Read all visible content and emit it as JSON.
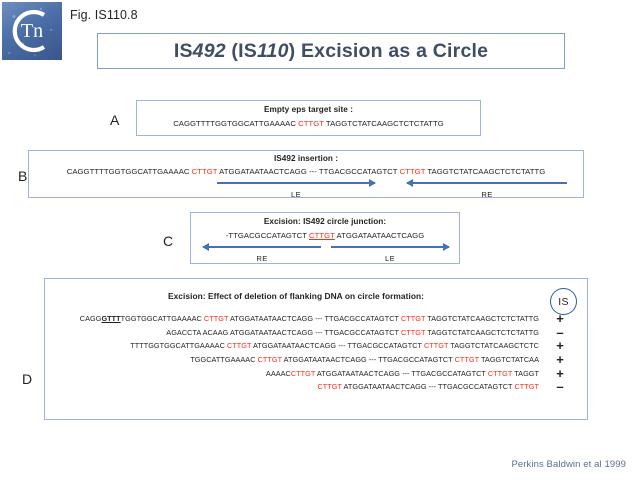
{
  "header": {
    "fig_label": "Fig. IS110.8",
    "title_parts": [
      {
        "t": "IS",
        "italic": false
      },
      {
        "t": "492",
        "italic": true
      },
      {
        "t": " (IS",
        "italic": false
      },
      {
        "t": "110",
        "italic": true
      },
      {
        "t": ") Excision as a Circle",
        "italic": false
      }
    ],
    "logo_name": "ctn-logo",
    "logo_text": "Tn",
    "logo_ring_letter": "C"
  },
  "colors": {
    "border_blue": "#9db4dc",
    "title_blue": "#7f9fd0",
    "title_text": "#3f4e63",
    "arrow_blue": "#4472b8",
    "sequence_red": "#ff2a18",
    "footer_blue": "#5b6f93"
  },
  "panels": {
    "A": {
      "letter": "A",
      "heading": "Empty eps target site :",
      "sequence": [
        {
          "t": "CAGGTTTTGGTGGCATTGAAAAC ",
          "style": "plain"
        },
        {
          "t": "CTTGT",
          "style": "red"
        },
        {
          "t": " TAGGTCTATCAAGCTCTCTATTG",
          "style": "plain"
        }
      ]
    },
    "B": {
      "letter": "B",
      "heading_parts": [
        {
          "t": "IS",
          "italic": false
        },
        {
          "t": "492",
          "italic": true
        },
        {
          "t": " insertion :",
          "italic": false
        }
      ],
      "sequence": [
        {
          "t": "CAGGTTTTGGTGGCATTGAAAAC ",
          "style": "plain"
        },
        {
          "t": "CTTGT",
          "style": "red"
        },
        {
          "t": " ATGGATAATAACTCAGG --- TTGACGCCATAGTCT ",
          "style": "plain"
        },
        {
          "t": "CTTGT",
          "style": "red"
        },
        {
          "t": " TAGGTCTATCAAGCTCTCTATTG",
          "style": "plain"
        }
      ],
      "arrows": [
        {
          "label": "LE",
          "direction": "right"
        },
        {
          "label": "RE",
          "direction": "left"
        }
      ]
    },
    "C": {
      "letter": "C",
      "heading_parts": [
        {
          "t": "Excision: IS",
          "italic": false
        },
        {
          "t": "492",
          "italic": true
        },
        {
          "t": " circle junction:",
          "italic": false
        }
      ],
      "sequence": [
        {
          "t": "-TTGACGCCATAGTCT ",
          "style": "plain"
        },
        {
          "t": "CTTGT",
          "style": "red-underline"
        },
        {
          "t": " ATGGATAATAACTCAGG",
          "style": "plain"
        }
      ],
      "arrows": [
        {
          "label": "RE",
          "direction": "left"
        },
        {
          "label": "LE",
          "direction": "right"
        }
      ]
    },
    "D": {
      "letter": "D",
      "heading": "Excision: Effect of deletion of flanking DNA on circle formation:",
      "badge": "IS",
      "rows": [
        {
          "sign": "+",
          "segments": [
            {
              "t": "CAGG",
              "style": "plain"
            },
            {
              "t": "GTTT",
              "style": "bold-underline"
            },
            {
              "t": "TGGTGGCATTGAAAAC ",
              "style": "plain"
            },
            {
              "t": "CTTGT",
              "style": "red"
            },
            {
              "t": " ATGGATAATAACTCAGG --- TTGACGCCATAGTCT ",
              "style": "plain"
            },
            {
              "t": "CTTGT",
              "style": "red"
            },
            {
              "t": " TAGGTCTATCAAGCTCTCTATTG",
              "style": "plain"
            }
          ]
        },
        {
          "sign": "–",
          "segments": [
            {
              "t": "AGACCTA ACAAG ATGGATAATAACTCAGG --- TTGACGCCATAGTCT ",
              "style": "plain"
            },
            {
              "t": "CTTGT",
              "style": "red"
            },
            {
              "t": " TAGGTCTATCAAGCTCTCTATTG",
              "style": "plain"
            }
          ]
        },
        {
          "sign": "+",
          "segments": [
            {
              "t": "TTTTGGTGGCATTGAAAAC ",
              "style": "plain"
            },
            {
              "t": "CTTGT",
              "style": "red"
            },
            {
              "t": " ATGGATAATAACTCAGG --- TTGACGCCATAGTCT ",
              "style": "plain"
            },
            {
              "t": "CTTGT",
              "style": "red"
            },
            {
              "t": " TAGGTCTATCAAGCTCTC",
              "style": "plain"
            }
          ]
        },
        {
          "sign": "+",
          "segments": [
            {
              "t": "TGGCATTGAAAAC ",
              "style": "plain"
            },
            {
              "t": "CTTGT",
              "style": "red"
            },
            {
              "t": " ATGGATAATAACTCAGG --- TTGACGCCATAGTCT ",
              "style": "plain"
            },
            {
              "t": "CTTGT",
              "style": "red"
            },
            {
              "t": " TAGGTCTATCAA",
              "style": "plain"
            }
          ]
        },
        {
          "sign": "+",
          "segments": [
            {
              "t": "AAAAC",
              "style": "plain"
            },
            {
              "t": "CTTGT",
              "style": "red"
            },
            {
              "t": " ATGGATAATAACTCAGG --- TTGACGCCATAGTCT ",
              "style": "plain"
            },
            {
              "t": "CTTGT",
              "style": "red"
            },
            {
              "t": " TAGGT",
              "style": "plain"
            }
          ]
        },
        {
          "sign": "–",
          "segments": [
            {
              "t": "CTTGT",
              "style": "red"
            },
            {
              "t": " ATGGATAATAACTCAGG --- TTGACGCCATAGTCT ",
              "style": "plain"
            },
            {
              "t": "CTTGT",
              "style": "red"
            }
          ]
        }
      ]
    }
  },
  "footer": {
    "citation": "Perkins Baldwin et al 1999"
  }
}
